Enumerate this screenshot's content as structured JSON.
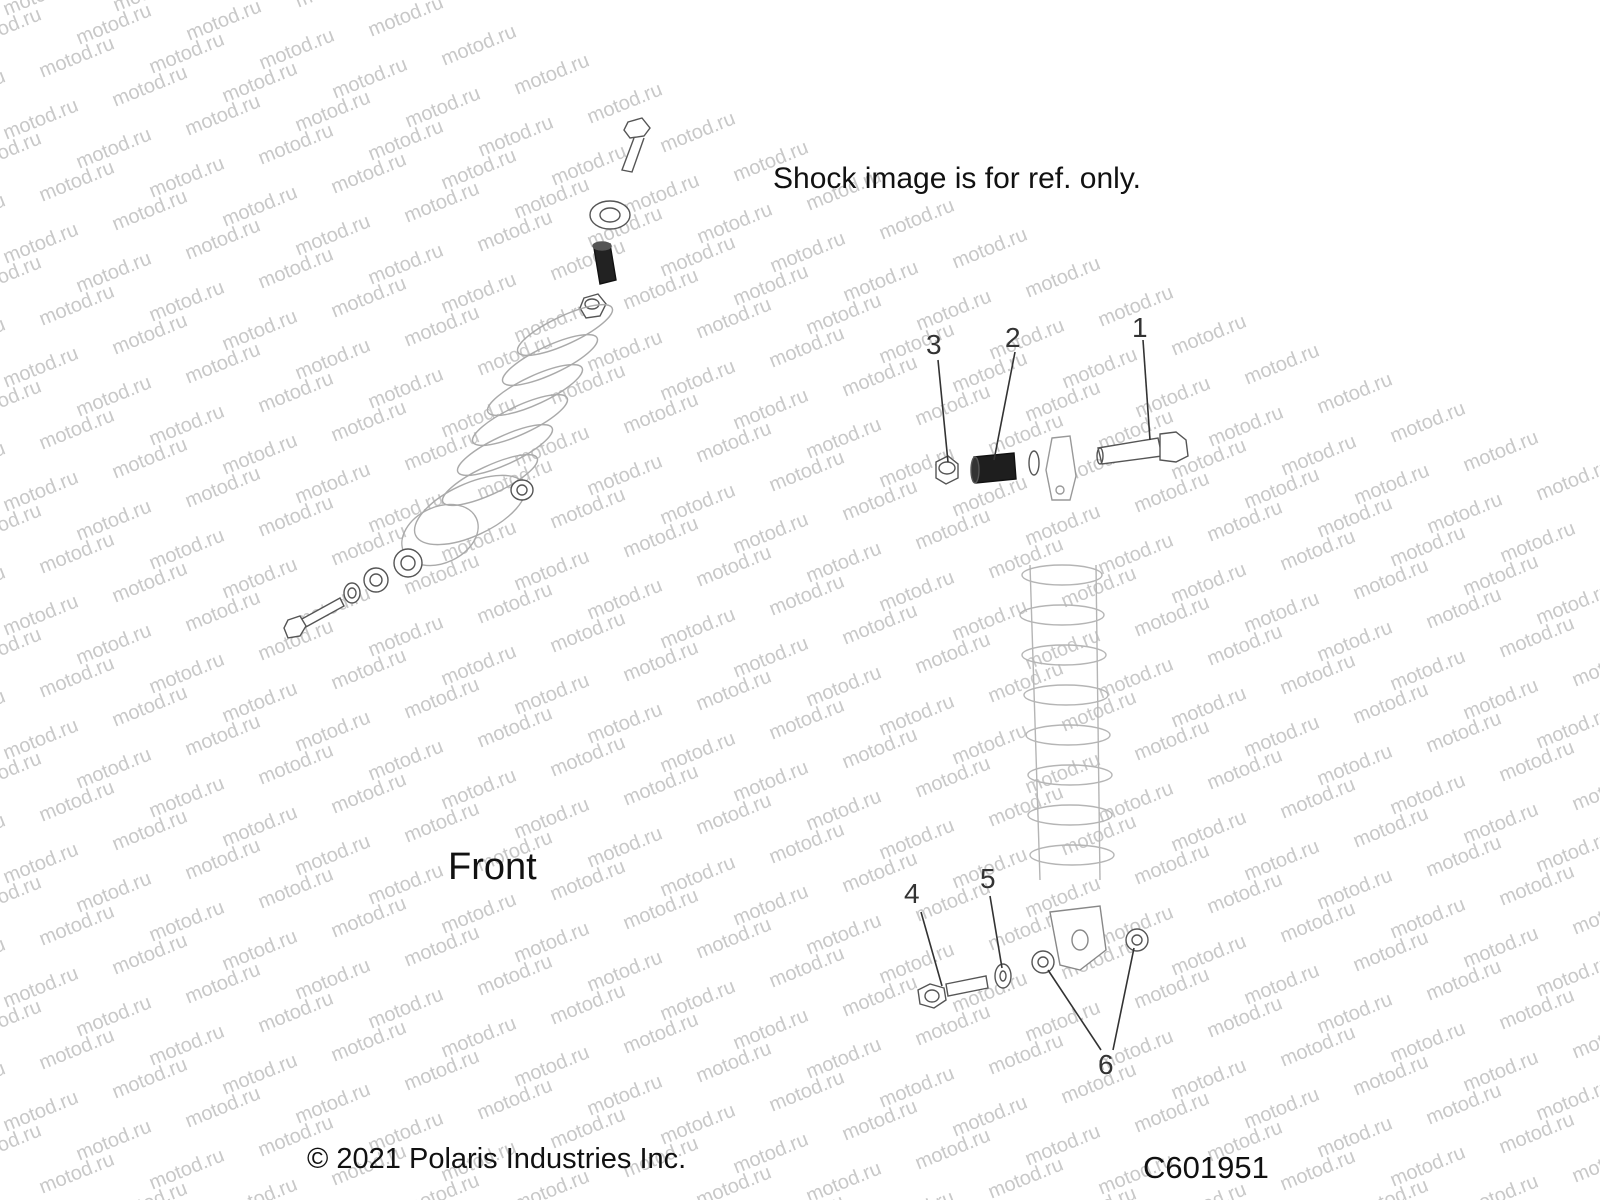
{
  "note": "Shock image is for ref. only.",
  "front_label": "Front",
  "copyright": "© 2021 Polaris Industries Inc.",
  "diagram_code": "C601951",
  "watermark_text": "motod.ru",
  "callouts": {
    "c1": "1",
    "c2": "2",
    "c3": "3",
    "c4": "4",
    "c5": "5",
    "c6": "6"
  }
}
